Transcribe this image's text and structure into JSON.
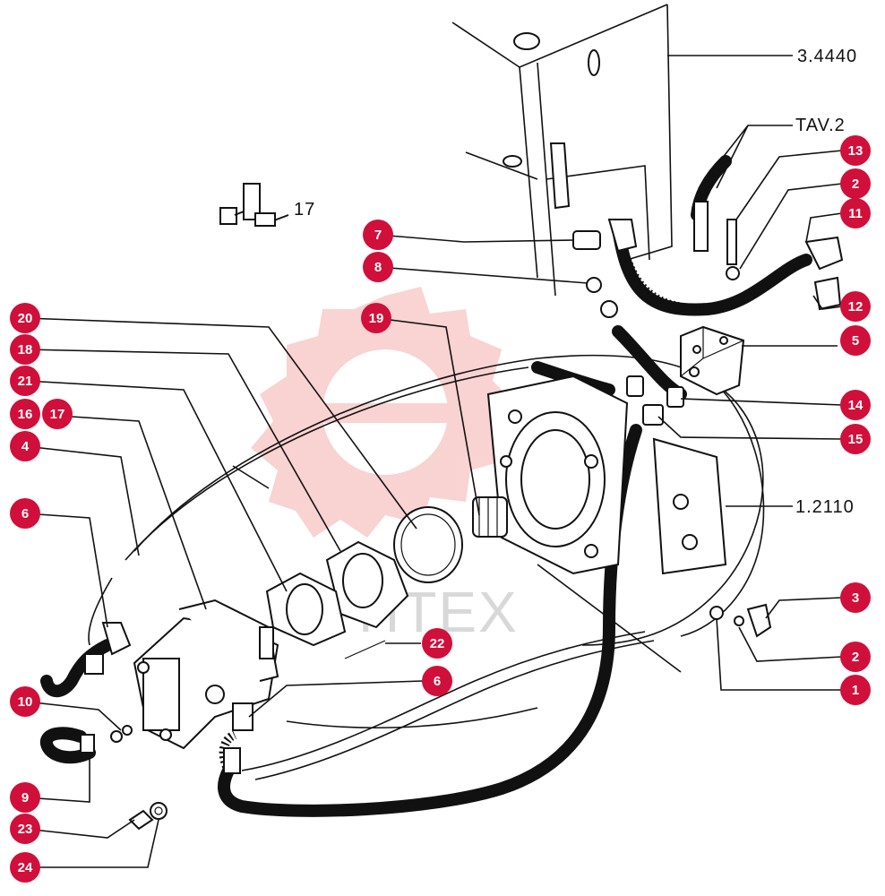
{
  "labels": {
    "ref_34440": "3.4440",
    "ref_tav2": "TAV.2",
    "ref_12110": "1.2110",
    "kit_17": "17"
  },
  "watermark": {
    "text": "HTEX",
    "color": "#f4a0a0"
  },
  "colors": {
    "badge": "#d0103a",
    "ink": "#111111"
  },
  "callouts": [
    {
      "id": "c13",
      "num": "13"
    },
    {
      "id": "c2a",
      "num": "2"
    },
    {
      "id": "c11",
      "num": "11"
    },
    {
      "id": "c7",
      "num": "7"
    },
    {
      "id": "c8",
      "num": "8"
    },
    {
      "id": "c12",
      "num": "12"
    },
    {
      "id": "c20",
      "num": "20"
    },
    {
      "id": "c19",
      "num": "19"
    },
    {
      "id": "c5",
      "num": "5"
    },
    {
      "id": "c18",
      "num": "18"
    },
    {
      "id": "c21",
      "num": "21"
    },
    {
      "id": "c14",
      "num": "14"
    },
    {
      "id": "c16",
      "num": "16"
    },
    {
      "id": "c17",
      "num": "17"
    },
    {
      "id": "c15",
      "num": "15"
    },
    {
      "id": "c4",
      "num": "4"
    },
    {
      "id": "c6a",
      "num": "6"
    },
    {
      "id": "c3",
      "num": "3"
    },
    {
      "id": "c22",
      "num": "22"
    },
    {
      "id": "c2b",
      "num": "2"
    },
    {
      "id": "c6b",
      "num": "6"
    },
    {
      "id": "c1",
      "num": "1"
    },
    {
      "id": "c10",
      "num": "10"
    },
    {
      "id": "c9",
      "num": "9"
    },
    {
      "id": "c23",
      "num": "23"
    },
    {
      "id": "c24",
      "num": "24"
    }
  ]
}
